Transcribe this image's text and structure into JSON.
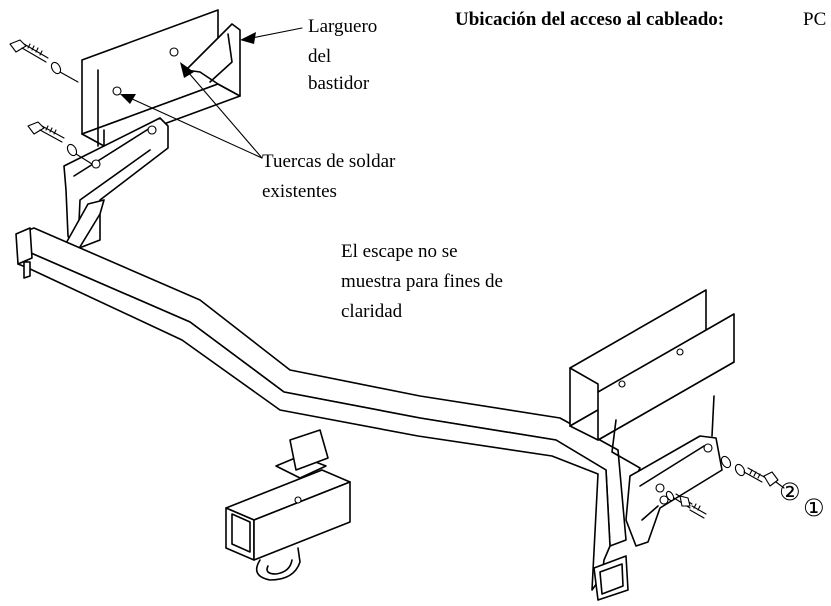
{
  "labels": {
    "wiring_access": "Ubicación del acceso al cableado:",
    "wiring_access_value": "PC",
    "frame_rail_line1": "Larguero",
    "frame_rail_line2": "del",
    "frame_rail_line3": "bastidor",
    "weld_nuts_line1": "Tuercas de soldar",
    "weld_nuts_line2": "existentes",
    "exhaust_line1": "El escape no se",
    "exhaust_line2": "muestra para fines de",
    "exhaust_line3": "claridad"
  },
  "callouts": {
    "callout_2": "②",
    "callout_1": "①"
  }
}
